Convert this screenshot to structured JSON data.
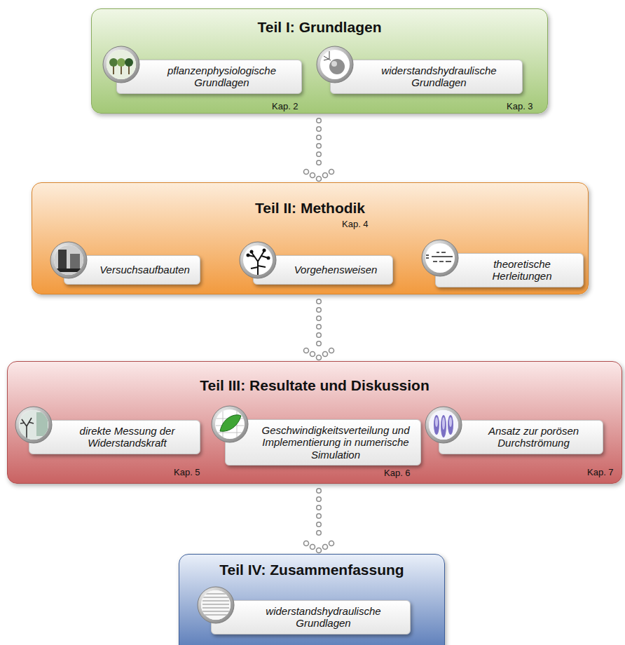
{
  "diagram": {
    "nodes": [
      {
        "text": [
          "Teil I: Grundlagen"
        ]
      },
      {
        "text": [
          "pflanzenphysiologische Grundlagen"
        ],
        "in": 0
      },
      {
        "text": [
          "widerstandshydraulische Grundlagen"
        ],
        "in": 0
      },
      {
        "text": [
          "Teil II: Methodik"
        ]
      },
      {
        "text": [
          "Versuchsaufbauten"
        ],
        "in": 3
      },
      {
        "text": [
          "Vorgehensweisen"
        ],
        "in": 3
      },
      {
        "text": [
          "theoretische Herleitungen"
        ],
        "in": 3
      },
      {
        "text": [
          "Teil III: Resultate und Diskussion"
        ]
      },
      {
        "text": [
          "direkte Messung der Widerstandskraft"
        ],
        "in": 7
      },
      {
        "text": [
          "Geschwindigkeitsverteilung und Implementierung in numerische Simulation"
        ],
        "in": 7
      },
      {
        "text": [
          "Ansatz zur porösen Durchströmung"
        ],
        "in": 7
      },
      {
        "text": [
          "Teil IV: Zusammenfassung"
        ]
      },
      {
        "text": [
          "widerstandshydraulische Grundlagen"
        ],
        "in": 11
      }
    ],
    "edges": [
      {
        "from": 0,
        "to": 3,
        "arrow": "to"
      },
      {
        "from": 3,
        "to": 7,
        "arrow": "to"
      },
      {
        "from": 7,
        "to": 11,
        "arrow": "to"
      }
    ],
    "labels": [
      "Kap. 2",
      "Kap. 3",
      "Kap. 4",
      "Kap. 5",
      "Kap. 6",
      "Kap. 7"
    ]
  }
}
